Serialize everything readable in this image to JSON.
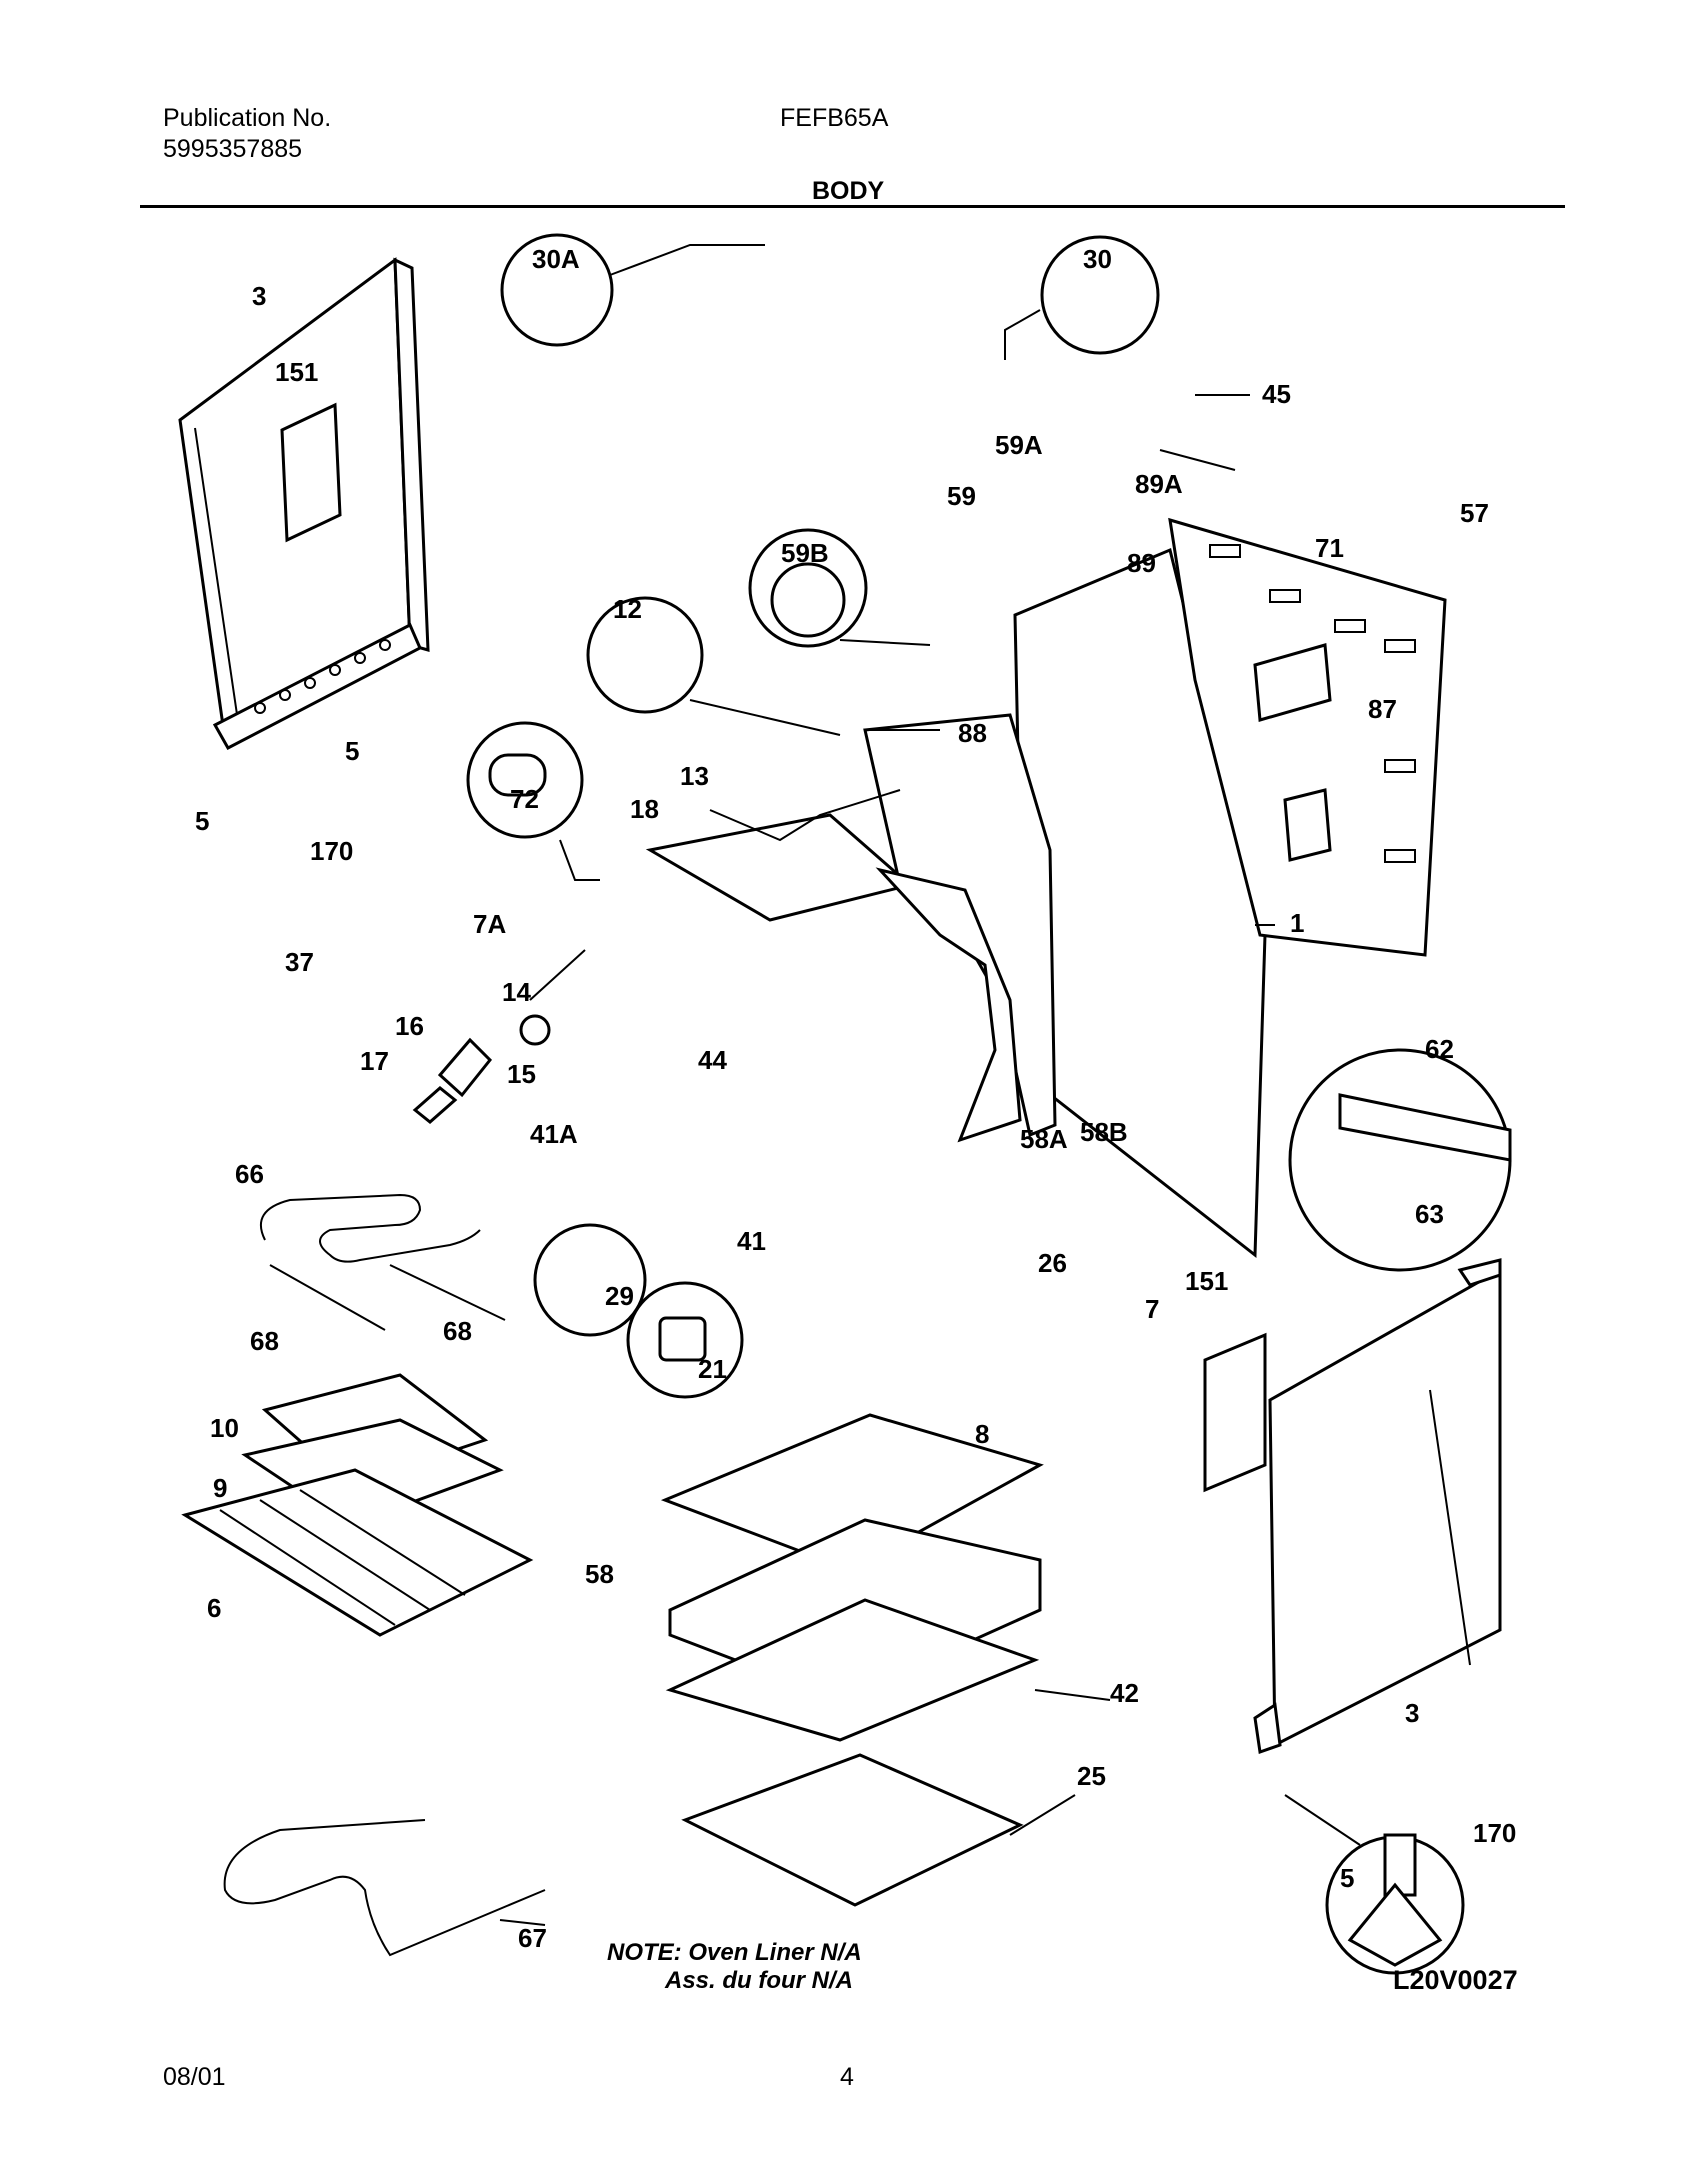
{
  "header": {
    "publication_label": "Publication No.",
    "publication_number": "5995357885",
    "model": "FEFB65A",
    "section": "BODY"
  },
  "callouts": [
    "30A",
    "30",
    "3",
    "151",
    "45",
    "59A",
    "59",
    "89A",
    "57",
    "59B",
    "71",
    "89",
    "12",
    "87",
    "88",
    "72",
    "13",
    "18",
    "5",
    "170",
    "7A",
    "1",
    "37",
    "14",
    "16",
    "17",
    "15",
    "44",
    "62",
    "41A",
    "58A",
    "58B",
    "66",
    "41",
    "26",
    "29",
    "7",
    "63",
    "21",
    "151",
    "68",
    "68",
    "10",
    "8",
    "9",
    "58",
    "6",
    "42",
    "25",
    "3",
    "170",
    "5",
    "67",
    "5"
  ],
  "note": {
    "line1": "NOTE: Oven Liner N/A",
    "line2": "Ass. du four N/A"
  },
  "diagram_code": "L20V0027",
  "footer": {
    "date": "08/01",
    "page": "4"
  }
}
